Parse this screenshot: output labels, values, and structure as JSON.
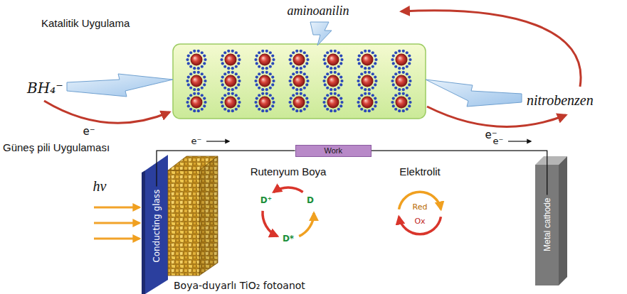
{
  "diagram": {
    "nodes": [
      {
        "text": [
          "Conducting glass"
        ]
      },
      {
        "text": [
          "Work"
        ]
      },
      {
        "text": [
          "Metal cathode"
        ]
      }
    ],
    "edges": [
      {
        "from": 0,
        "to": 1,
        "arrow": "none"
      },
      {
        "from": 1,
        "to": 2,
        "arrow": "none"
      }
    ],
    "labels": [
      "Katalitik Uygulama",
      "aminoanilin",
      "BH₄⁻",
      "nitrobenzen",
      "e⁻",
      "e⁻",
      "Güneş pili Uygulaması",
      "e⁻",
      "e⁻",
      "hν",
      "Rutenyum Boya",
      "D",
      "D⁺",
      "D*",
      "Elektrolit",
      "Red",
      "Ox",
      "Boya-duyarlı TiO₂ fotoanot"
    ]
  }
}
